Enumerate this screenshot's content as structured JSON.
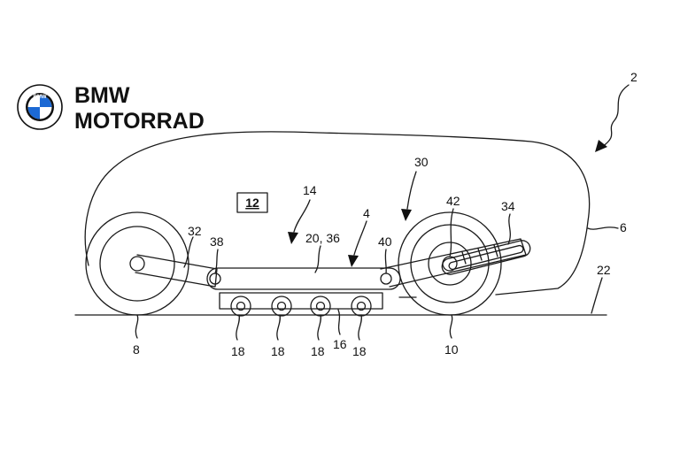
{
  "logo": {
    "emblem_text": "BMW",
    "line1": "BMW",
    "line2": "MOTORRAD",
    "colors": {
      "blue": "#1c69d4",
      "black": "#111111"
    },
    "icon": "bmw-roundel-icon"
  },
  "diagram": {
    "labels": {
      "vehicle": "2",
      "structure": "4",
      "body": "6",
      "front_wheel": "8",
      "rear_wheel": "10",
      "box": "12",
      "mechanism": "14",
      "support": "16",
      "roller": "18",
      "beam": "20, 36",
      "ground": "22",
      "rear_mechanism": "30",
      "front_arm": "32",
      "rear_arm": "34",
      "front_pivot": "38",
      "rear_pivot": "40",
      "rear_hub": "42"
    }
  }
}
